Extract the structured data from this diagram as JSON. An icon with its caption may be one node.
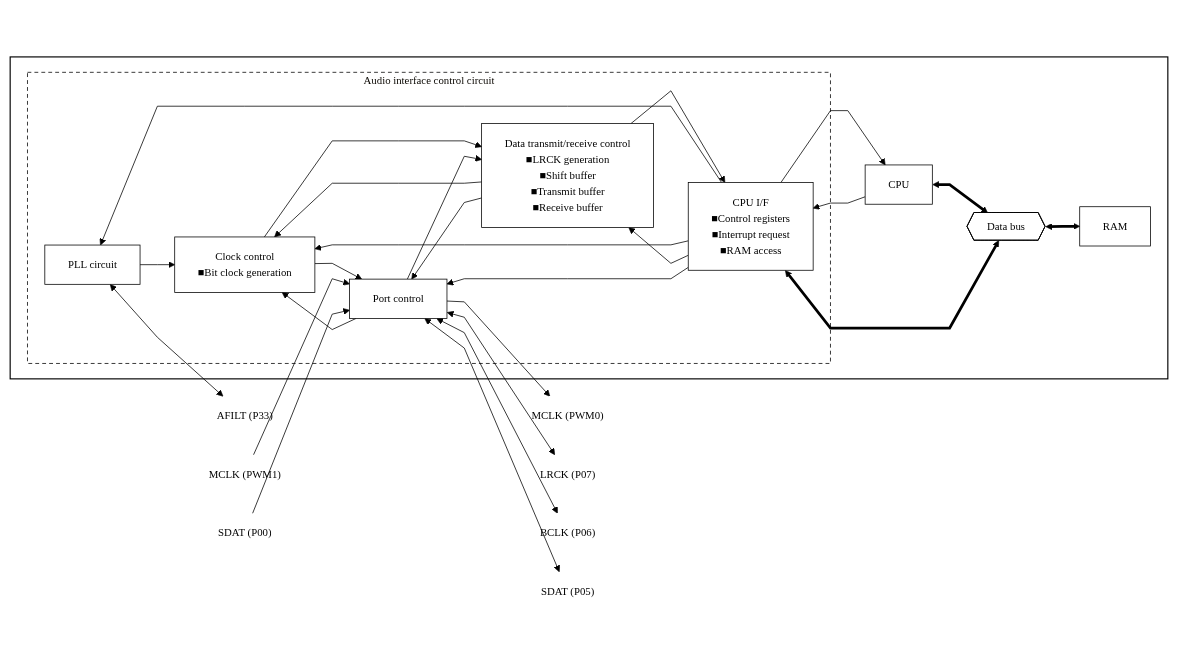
{
  "diagram": {
    "nodes": [
      {
        "text": [
          "AFILT (P33)"
        ]
      },
      {
        "text": [],
        "shape": "box"
      },
      {
        "text": [
          "Audio interface control circuit"
        ],
        "in": 1
      },
      {
        "text": [
          "PLL circuit"
        ],
        "in": 2
      },
      {
        "text": [
          "Clock control",
          "■Bit clock generation"
        ],
        "in": 2
      },
      {
        "text": [
          "CPU"
        ],
        "in": 1
      },
      {
        "text": [
          "CPU I/F",
          "■Control registers",
          "■Interrupt request",
          "■RAM access"
        ],
        "in": 2
      },
      {
        "text": [
          "Data transmit/receive control",
          "■LRCK generation",
          "■Shift buffer",
          "■Transmit buffer",
          "■Receive buffer"
        ],
        "in": 2
      },
      {
        "text": [
          "Port control"
        ],
        "in": 2
      },
      {
        "text": [
          "Data bus"
        ],
        "in": 1
      },
      {
        "text": [
          "RAM"
        ],
        "in": 1
      },
      {
        "text": [
          "MCLK (PWM0)"
        ]
      },
      {
        "text": [
          "MCLK (PWM1)"
        ]
      },
      {
        "text": [
          "LRCK (P07)"
        ]
      },
      {
        "text": [
          "BCLK (P06)"
        ]
      },
      {
        "text": [
          "SDAT (P05)"
        ]
      },
      {
        "text": [
          "SDAT (P00)"
        ]
      }
    ],
    "edges": [
      {
        "from": 3,
        "to": 0,
        "arrow": "both"
      },
      {
        "from": 6,
        "to": 3,
        "arrow": "to"
      },
      {
        "from": 3,
        "to": 4,
        "arrow": "to"
      },
      {
        "from": 6,
        "to": 4,
        "arrow": "to"
      },
      {
        "from": 4,
        "to": 8,
        "arrow": "to"
      },
      {
        "from": 8,
        "to": 4,
        "arrow": "to"
      },
      {
        "from": 4,
        "to": 7,
        "arrow": "to"
      },
      {
        "from": 7,
        "to": 4,
        "arrow": "to"
      },
      {
        "from": 5,
        "to": 6,
        "arrow": "to"
      },
      {
        "from": 6,
        "to": 5,
        "arrow": "to"
      },
      {
        "from": 6,
        "to": 7,
        "arrow": "to"
      },
      {
        "from": 7,
        "to": 6,
        "arrow": "to"
      },
      {
        "from": 7,
        "to": 8,
        "arrow": "to"
      },
      {
        "from": 8,
        "to": 7,
        "arrow": "to"
      },
      {
        "from": 6,
        "to": 8,
        "arrow": "to"
      },
      {
        "from": 8,
        "to": 11,
        "arrow": "to"
      },
      {
        "from": 12,
        "to": 8,
        "arrow": "to"
      },
      {
        "from": 8,
        "to": 13,
        "arrow": "both"
      },
      {
        "from": 8,
        "to": 14,
        "arrow": "both"
      },
      {
        "from": 8,
        "to": 15,
        "arrow": "both"
      },
      {
        "from": 16,
        "to": 8,
        "arrow": "to"
      },
      {
        "from": 5,
        "to": 9,
        "arrow": "both",
        "style": "thick"
      },
      {
        "from": 6,
        "to": 9,
        "arrow": "both",
        "style": "thick"
      },
      {
        "from": 9,
        "to": 10,
        "arrow": "both",
        "style": "thick"
      }
    ]
  }
}
